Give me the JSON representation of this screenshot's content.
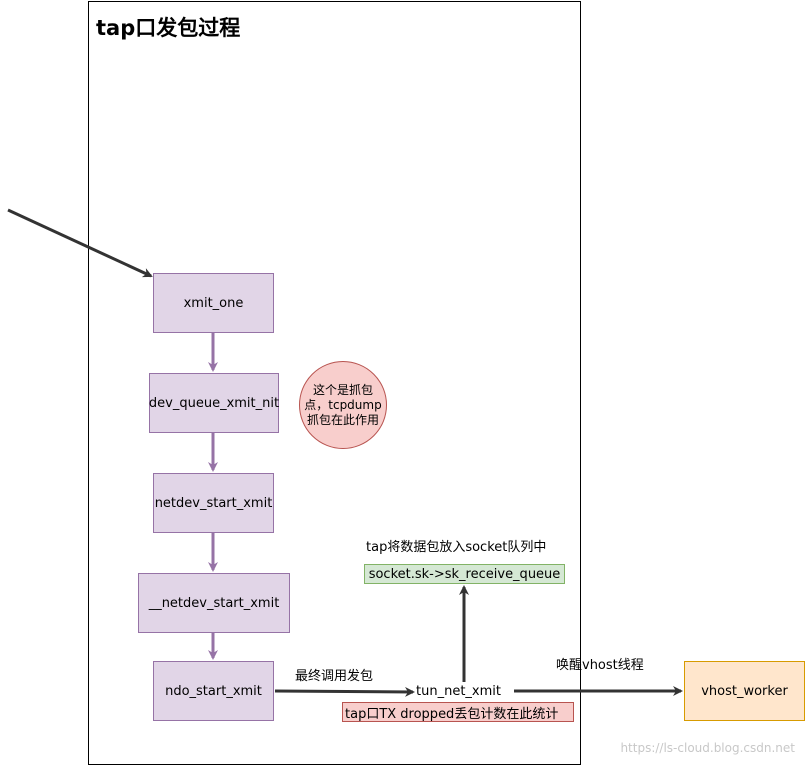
{
  "title": "tap口发包过程",
  "nodes": {
    "xmit_one": "xmit_one",
    "dev_queue_xmit_nit": "dev_queue_xmit_nit",
    "netdev_start_xmit": "netdev_start_xmit",
    "__netdev_start_xmit": "__netdev_start_xmit",
    "ndo_start_xmit": "ndo_start_xmit",
    "tun_net_xmit": "tun_net_xmit",
    "sk_receive_queue": "socket.sk->sk_receive_queue",
    "vhost_worker": "vhost_worker"
  },
  "annotations": {
    "capture_point_line1": "这个是抓包",
    "capture_point_line2": "点，tcpdump",
    "capture_point_line3": "抓包在此作用",
    "final_call": "最终调用发包",
    "enqueue": "tap将数据包放入socket队列中",
    "wake": "唤醒vhost线程",
    "tx_dropped": "tap口TX dropped丢包计数在此统计"
  },
  "watermark": "https://ls-cloud.blog.csdn.net",
  "colors": {
    "purple_fill": "#e1d5e7",
    "purple_stroke": "#9673a6",
    "green_fill": "#d5e8d4",
    "orange_fill": "#ffe6cc",
    "pink_fill": "#f8cecc",
    "arrow_dark": "#333333"
  }
}
